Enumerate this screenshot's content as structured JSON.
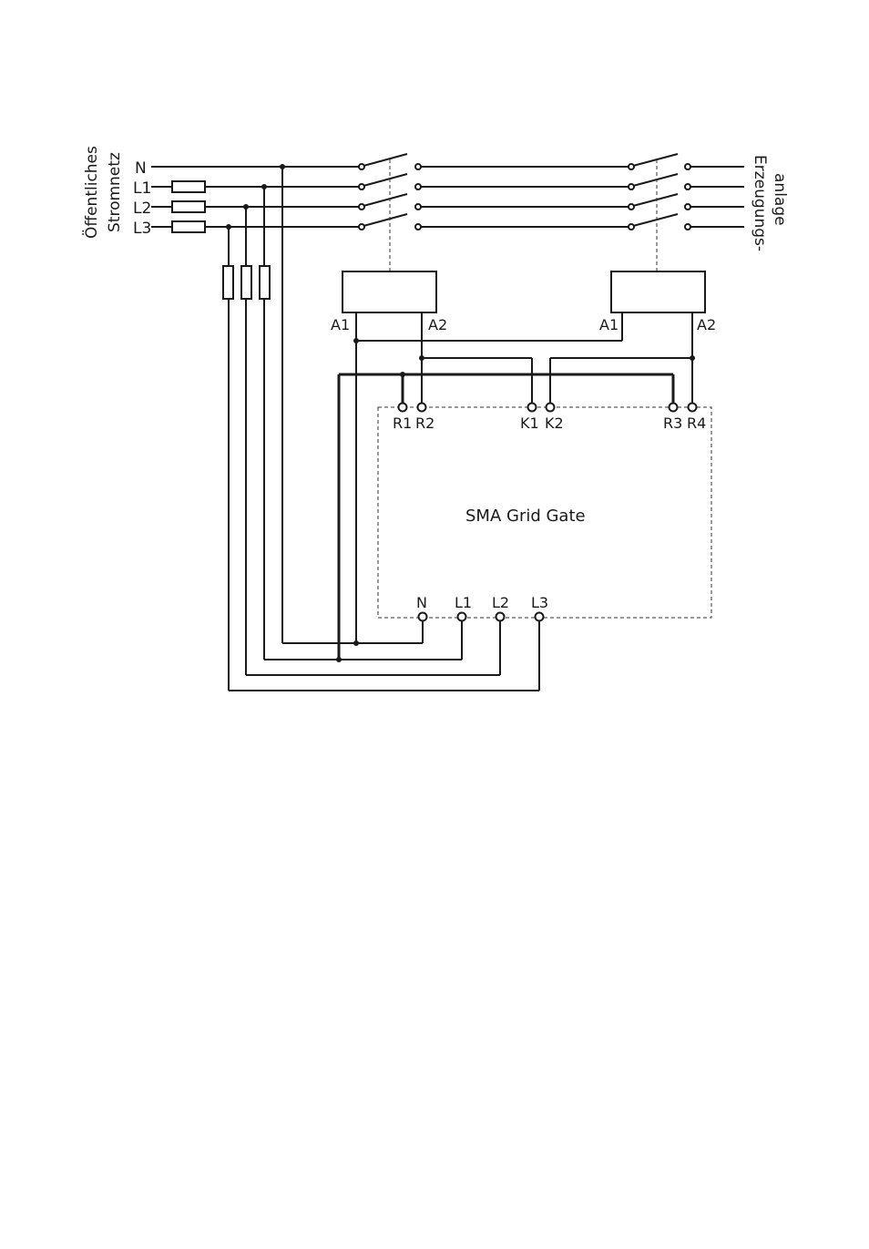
{
  "left_label": {
    "line1": "Öffentliches",
    "line2": "Stromnetz"
  },
  "right_label": {
    "line1": "Erzeugungs-",
    "line2": "anlage"
  },
  "phases": [
    "N",
    "L1",
    "L2",
    "L3"
  ],
  "relay_left": {
    "a1": "A1",
    "a2": "A2"
  },
  "relay_right": {
    "a1": "A1",
    "a2": "A2"
  },
  "device": {
    "title": "SMA Grid Gate",
    "top_terminals": [
      "R1",
      "R2",
      "K1",
      "K2",
      "R3",
      "R4"
    ],
    "bottom_terminals": [
      "N",
      "L1",
      "L2",
      "L3"
    ],
    "fill_color": "#ebebeb"
  }
}
